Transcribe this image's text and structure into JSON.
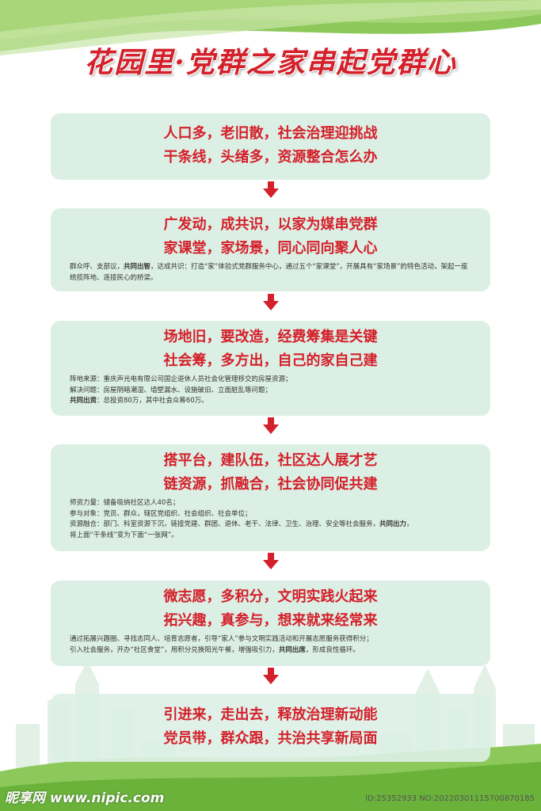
{
  "title": "花园里·党群之家串起党群心",
  "colors": {
    "title": "#d4202a",
    "box": "#dcefe5",
    "arrow": "#d4202a",
    "green_band": "#7dc04a"
  },
  "boxes": [
    {
      "lines": [
        "人口多，老旧散，社会治理迎挑战",
        "干条线，头绪多，资源整合怎么办"
      ]
    },
    {
      "lines": [
        "广发动，成共识，以家为媒串党群",
        "家课堂，家场景，同心同向聚人心"
      ],
      "d1_a": "群众呼、支部议，",
      "d1_b": "共同出智",
      "d1_c": "，达成共识：打造“家”体验式党群服务中心，通过五个“家课堂”，开展具有“家场景”的特色活动，架起一座统揽阵地、连接民心的桥梁。"
    },
    {
      "lines": [
        "场地旧，要改造，经费筹集是关键",
        "社会筹，多方出，自己的家自己建"
      ],
      "d1": "阵地来源：重庆声光电有限公司国企退休人员社会化管理移交的房屋资源；",
      "d2": "解决问题：房屋阴暗潮湿、墙壁漏水、设施破旧、立面脏乱等问题；",
      "d3_a": "共同出资",
      "d3_b": "：总投资80万，其中社会众筹60万。"
    },
    {
      "lines": [
        "搭平台，建队伍，社区达人展才艺",
        "链资源，抓融合，社会协同促共建"
      ],
      "d1": "师资力量：储备吸纳社区达人40名；",
      "d2": "参与对象：党员、群众，辖区党组织、社会组织、社会单位；",
      "d3_a": "资源融合：部门、科室资源下沉，链接党建、群团、退休、老干、法律、卫生、治理、安全等社会服务，",
      "d3_b": "共同出力",
      "d3_c": "，",
      "d4": "将上面“干条线”变为下面“一张网”。"
    },
    {
      "lines": [
        "微志愿，多积分，文明实践火起来",
        "拓兴趣，真参与，想来就来经常来"
      ],
      "d1": "通过拓展兴趣圈、寻找志同人、培育志愿者，引导“家人”参与文明实践活动和开展志愿服务获得积分；",
      "d2_a": "引入社会服务，开办“社区食堂”，用积分兑换阳光午餐，增强吸引力，",
      "d2_b": "共同出席",
      "d2_c": "，形成良性循环。"
    },
    {
      "lines": [
        "引进来，走出去，释放治理新动能",
        "党员带，群众跟，共治共享新局面"
      ]
    }
  ],
  "watermark": {
    "site": "昵享网 www.nipic.com",
    "id": "ID:25352933 NO:20220301115700870185"
  }
}
